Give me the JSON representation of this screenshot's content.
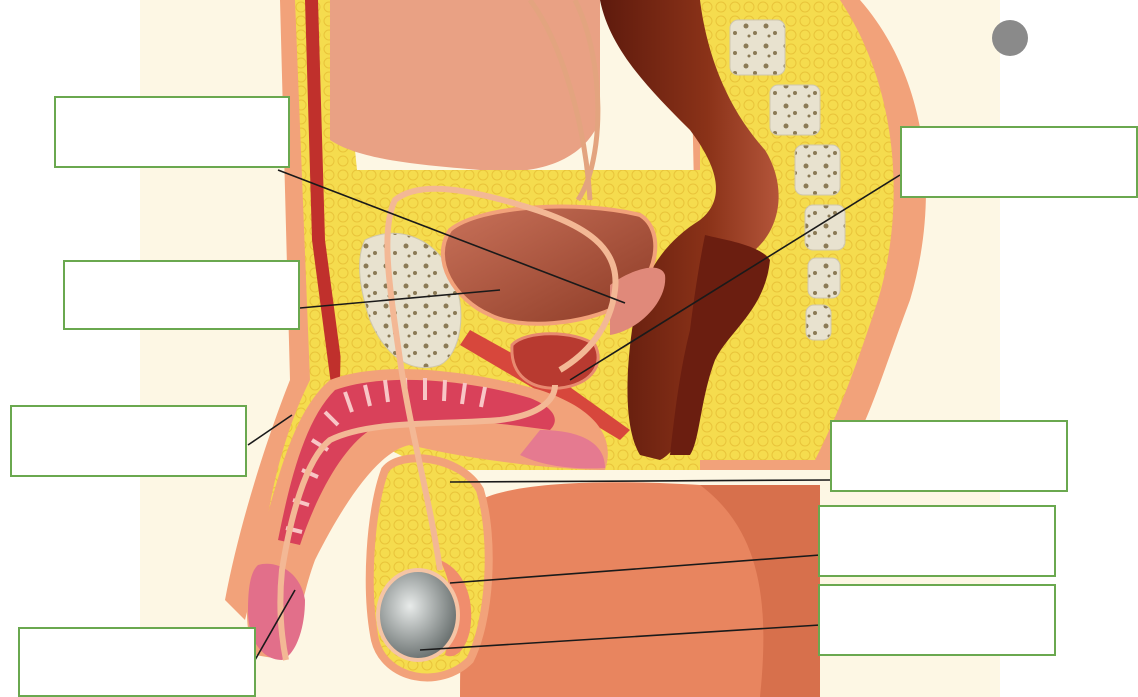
{
  "colors": {
    "background": "#fdf7e4",
    "skin": "#f2a27a",
    "skin_dark": "#e07f58",
    "fat": "#f5dc4e",
    "muscle": "#c0302c",
    "organ": "#a8462f",
    "rectum": "#7a2514",
    "bone": "#e8e2cf",
    "testis": "#9ea3a2",
    "label_border": "#6aa84f",
    "leader_line": "#1a1a1a"
  },
  "labels": [
    {
      "id": "seminal-vesicle",
      "text": ""
    },
    {
      "id": "bladder",
      "text": ""
    },
    {
      "id": "penis",
      "text": ""
    },
    {
      "id": "urethra",
      "text": ""
    },
    {
      "id": "prostate",
      "text": ""
    },
    {
      "id": "vas-deferens",
      "text": ""
    },
    {
      "id": "epididymis",
      "text": ""
    },
    {
      "id": "testis",
      "text": ""
    }
  ]
}
